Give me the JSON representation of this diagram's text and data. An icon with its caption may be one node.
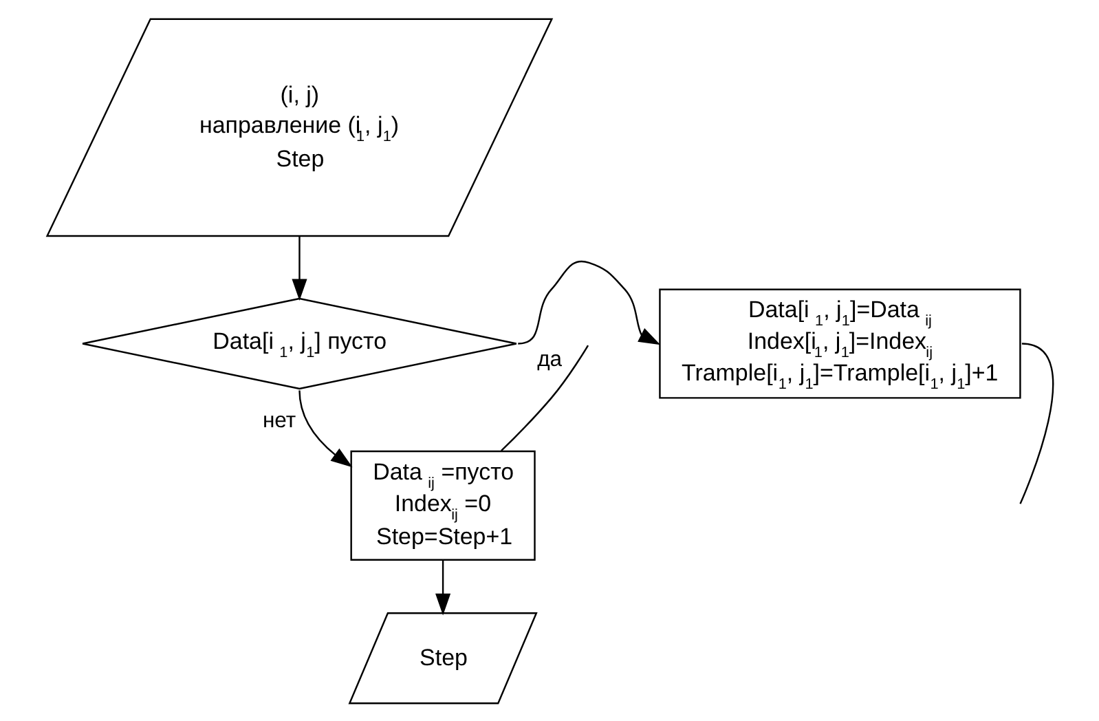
{
  "diagram": {
    "nodes": [
      {
        "text": [
          "(i, j)",
          "направление (i$_{1}$, j$_{1}$)",
          "Step"
        ]
      },
      {
        "text": [
          "Data[i $_{1}$, j$_{1}$] пусто"
        ]
      },
      {
        "text": [
          "Data[i $_{1}$, j$_{1}$]=Data $_{ij}$",
          "Index[i$_{1}$, j$_{1}$]=Index$_{ij}$",
          "Trample[i$_{1}$, j$_{1}$]=Trample[i$_{1}$, j$_{1}$]+1"
        ]
      },
      {
        "text": [
          "Data $_{ij}$ =пусто",
          "Index$_{ij}$ =0",
          "Step=Step+1"
        ]
      },
      {
        "text": [
          "Step"
        ]
      }
    ],
    "edges": [
      {
        "from": 0,
        "to": 1,
        "arrow": "to"
      },
      {
        "from": 1,
        "to": 2,
        "arrow": "to",
        "label": "да"
      },
      {
        "from": 1,
        "to": 3,
        "arrow": "to",
        "label": "нет"
      },
      {
        "from": 2,
        "to": null,
        "arrow": "none"
      },
      {
        "from": null,
        "to": 3,
        "arrow": "none"
      },
      {
        "from": 3,
        "to": 4,
        "arrow": "to"
      }
    ]
  }
}
